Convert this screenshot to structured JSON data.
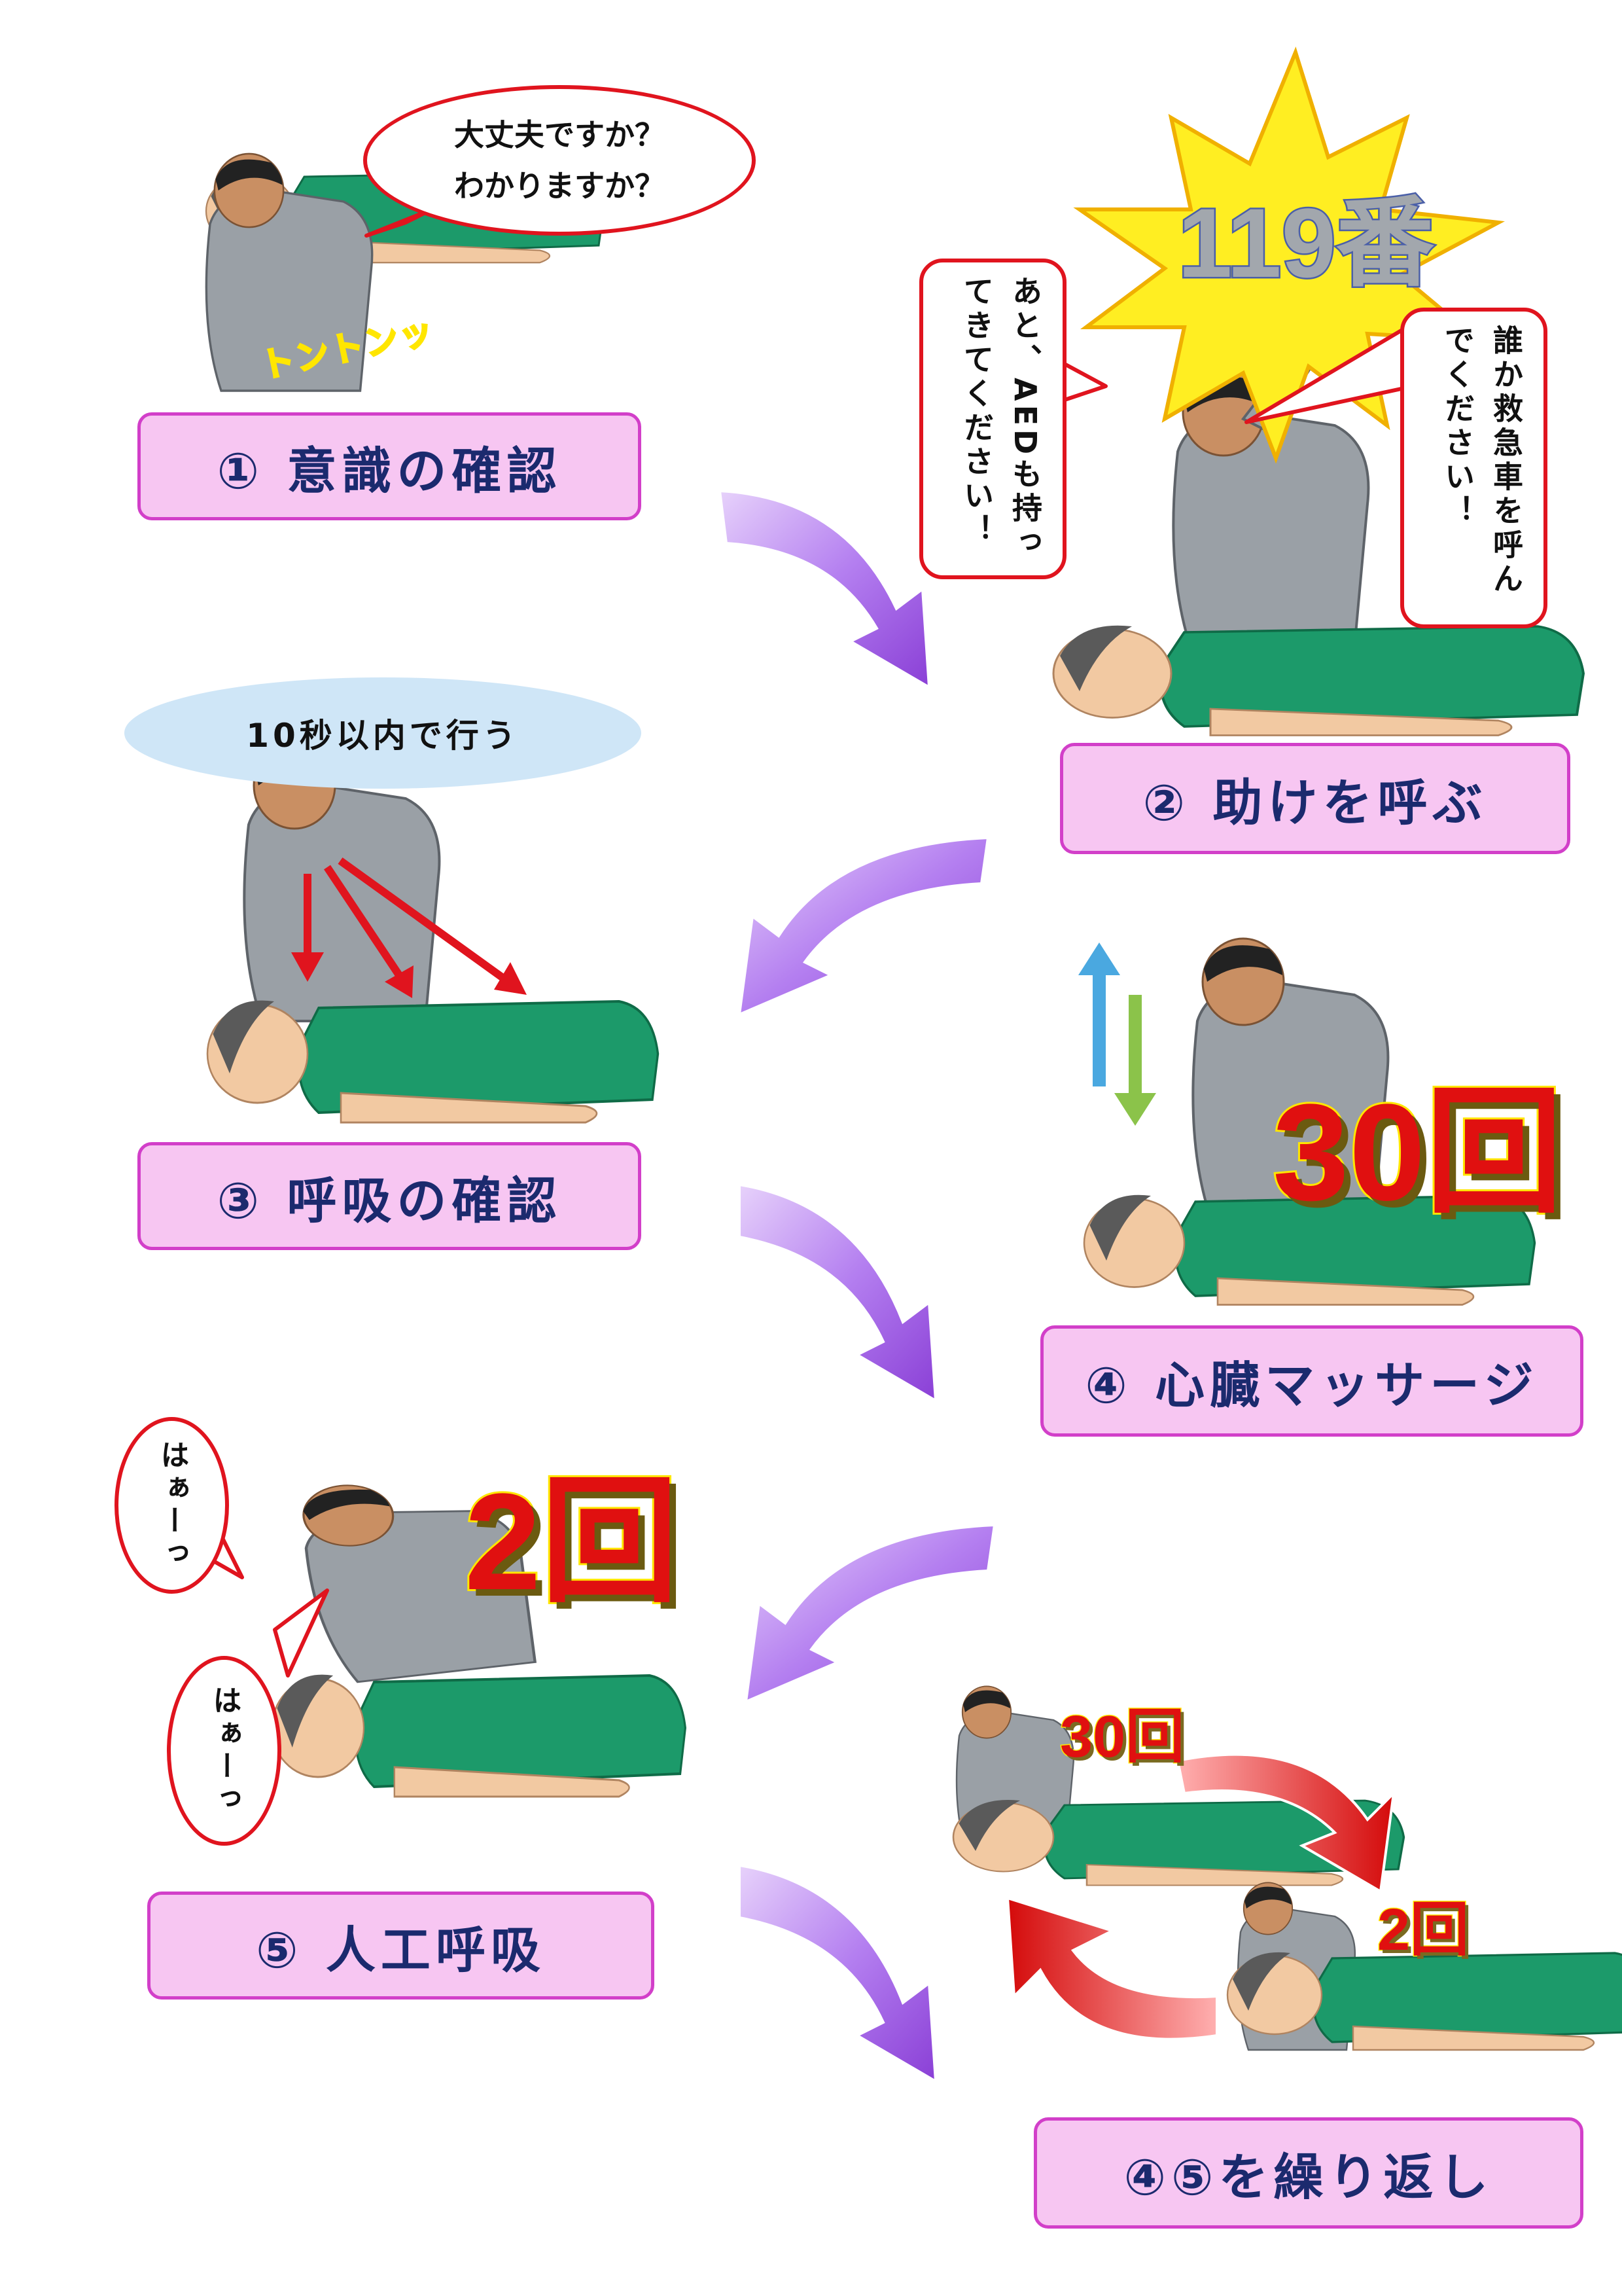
{
  "steps": {
    "s1": "① 意識の確認",
    "s2": "② 助けを呼ぶ",
    "s3": "③ 呼吸の確認",
    "s4": "④ 心臓マッサージ",
    "s5": "⑤ 人工呼吸",
    "s6": "④⑤を繰り返し"
  },
  "bubbles": {
    "b1_line1": "大丈夫ですか？",
    "b1_line2": "わかりますか？",
    "tap_sound": "トントンッ",
    "emergency_number": "119番",
    "call_request": "誰か救急車を呼んでください！",
    "aed_request": "あと、AEDも持ってきてください！",
    "within_time": "10秒以内で行う",
    "breath_rescuer": "はぁーっ",
    "breath_patient": "はぁーっ"
  },
  "counts": {
    "compressions": "30回",
    "breaths": "2回",
    "cycle_compressions": "30回",
    "cycle_breaths": "2回"
  },
  "colors": {
    "step_bg": "#f7c6f2",
    "step_border": "#d23fc9",
    "step_text": "#1b2a6e",
    "bubble_border": "#e0141e",
    "starburst": "#ffee22",
    "arrow_purple": "#a45ee0",
    "count_red": "#e01010"
  }
}
